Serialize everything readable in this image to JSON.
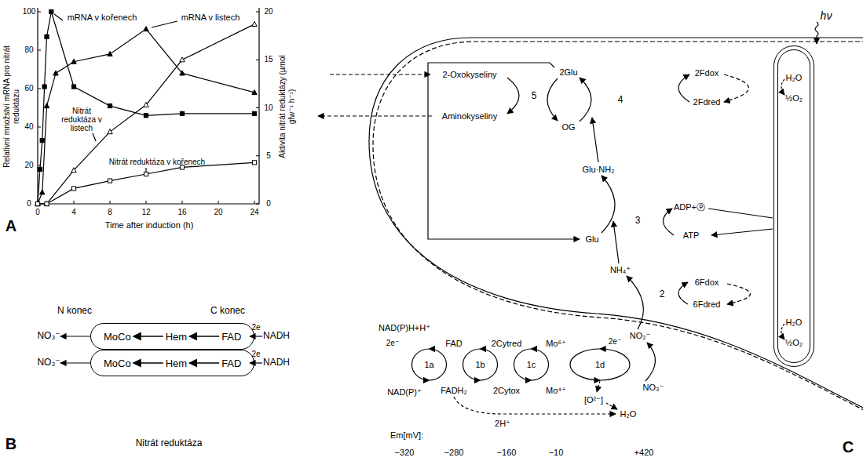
{
  "diagram": {
    "nodes": [
      {
        "text": [
          "MoCo",
          "Hem",
          "FAD"
        ]
      },
      {
        "text": [
          "MoCo",
          "Hem",
          "FAD"
        ]
      },
      {
        "text": [
          "H₂O",
          "½O₂",
          "H₂O",
          "½O₂"
        ]
      }
    ],
    "labels": [
      "Relativní množství mRNA pro nitrát reduktázu",
      "0",
      "20",
      "40",
      "60",
      "80",
      "100",
      "mRNA v kořenech",
      "mRNA v listech",
      "Nitrát reduktáza v listech",
      "Nitrát reduktáza v kořenech",
      "0",
      "5",
      "10",
      "15",
      "20",
      "Aktivita nitrát reduktázy (µmol gfw⁻¹ h⁻¹)",
      "0",
      "4",
      "8",
      "12",
      "16",
      "20",
      "24",
      "Time after induction (h)",
      "A",
      "N konec",
      "C konec",
      "NO₃⁻",
      "2e",
      "NADH",
      "NO₃⁻",
      "2e",
      "NADH",
      "B",
      "Nitrát reduktáza",
      "hν",
      "2-Oxokyseliny",
      "Aminokyseliny",
      "5",
      "2Glu",
      "OG",
      "4",
      "2Fdox",
      "2Fdred",
      "Glu·NH₂",
      "3",
      "ADP+Ⓟ",
      "ATP",
      "Glu",
      "NH₄⁺",
      "2",
      "6Fdox",
      "6Fdred",
      "NO₂⁻",
      "NAD(P)H+H⁺",
      "2e⁻",
      "FAD",
      "2Cytred",
      "Mo⁶⁺",
      "2e⁻",
      "1a",
      "1b",
      "1c",
      "1d",
      "NAD(P)⁺",
      "FADH₂",
      "2Cytox",
      "Mo⁴⁺",
      "[O²⁻]",
      "NO₃⁻",
      "2H⁺",
      "H₂O",
      "Em[mV]:",
      "−320",
      "−280",
      "−160",
      "−10",
      "+420",
      "C"
    ]
  }
}
